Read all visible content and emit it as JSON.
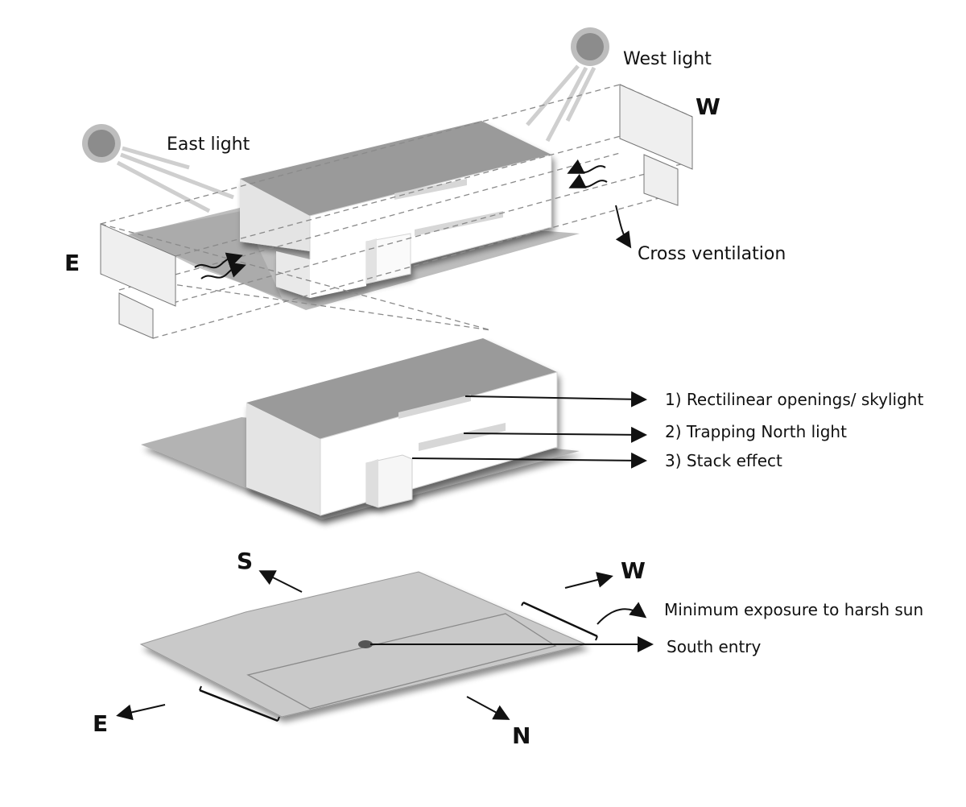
{
  "top_view": {
    "east_light": "East light",
    "west_light": "West light",
    "cross_ventilation": "Cross ventilation",
    "east_label": "E",
    "west_label": "W"
  },
  "middle_view": {
    "annotations": [
      "1) Rectilinear openings/ skylight",
      "2) Trapping North light",
      "3) Stack effect"
    ]
  },
  "bottom_view": {
    "south": "S",
    "west": "W",
    "east": "E",
    "north": "N",
    "minimum_exposure": "Minimum exposure to harsh sun",
    "south_entry": "South entry"
  },
  "colors": {
    "roof": "#9a9a9a",
    "wall_light": "#ffffff",
    "wall_shade": "#e6e6e6",
    "ground": "#c9c9c9",
    "sun": "#8c8c8c"
  }
}
